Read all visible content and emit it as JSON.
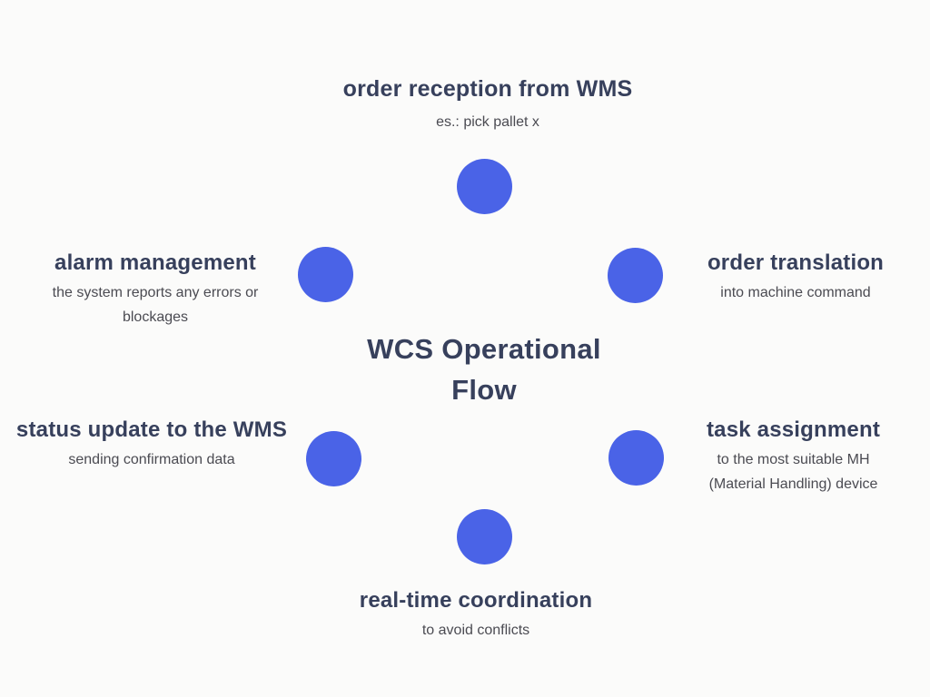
{
  "diagram": {
    "center_title_line1": "WCS Operational",
    "center_title_line2": "Flow"
  },
  "colors": {
    "dot": "#4a63e7",
    "heading": "#37405c",
    "subtitle": "#4b4b52",
    "background": "#fbfbfa"
  },
  "nodes": {
    "top": {
      "title": "order reception from WMS",
      "subtitle": "es.: pick pallet x"
    },
    "upper_left": {
      "title": "alarm management",
      "subtitle_line1": "the system reports any errors or",
      "subtitle_line2": "blockages"
    },
    "upper_right": {
      "title": "order translation",
      "subtitle": "into machine command"
    },
    "lower_left": {
      "title_line1": "status update to",
      "title_line2": "the WMS",
      "subtitle": "sending confirmation data"
    },
    "lower_right": {
      "title": "task assignment",
      "subtitle_line1": "to the most suitable MH",
      "subtitle_line2": "(Material Handling) device"
    },
    "bottom": {
      "title": "real-time coordination",
      "subtitle": "to avoid conflicts"
    }
  }
}
